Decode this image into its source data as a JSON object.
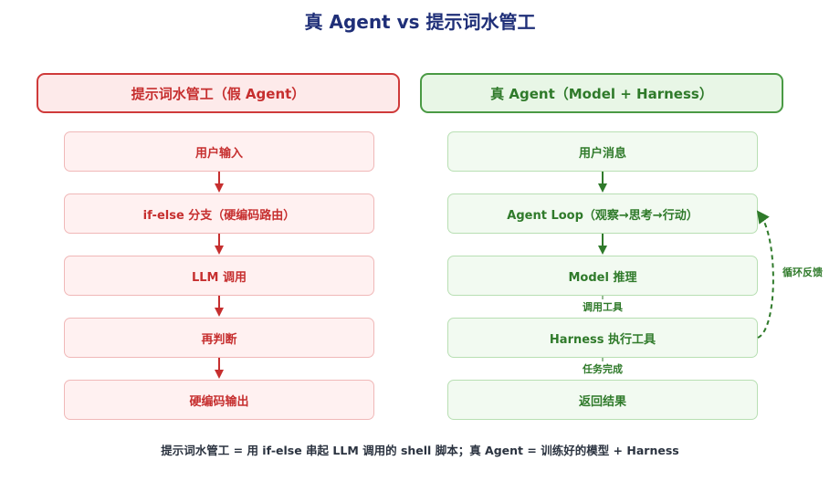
{
  "title": "真 Agent vs 提示词水管工",
  "left": {
    "header": "提示词水管工（假 Agent）",
    "steps": [
      "用户输入",
      "if-else 分支（硬编码路由）",
      "LLM 调用",
      "再判断",
      "硬编码输出"
    ]
  },
  "right": {
    "header": "真 Agent（Model + Harness）",
    "steps": [
      "用户消息",
      "Agent Loop（观察→思考→行动）",
      "Model 推理",
      "Harness 执行工具",
      "返回结果"
    ],
    "edge_labels": [
      "调用工具",
      "任务完成"
    ],
    "loop_label": "循环反馈"
  },
  "footer": "提示词水管工 = 用 if-else 串起 LLM 调用的 shell 脚本；真 Agent = 训练好的模型 + Harness",
  "colors": {
    "left_accent": "#c62f2f",
    "right_accent": "#2f7a2a",
    "title": "#1f2f78"
  }
}
